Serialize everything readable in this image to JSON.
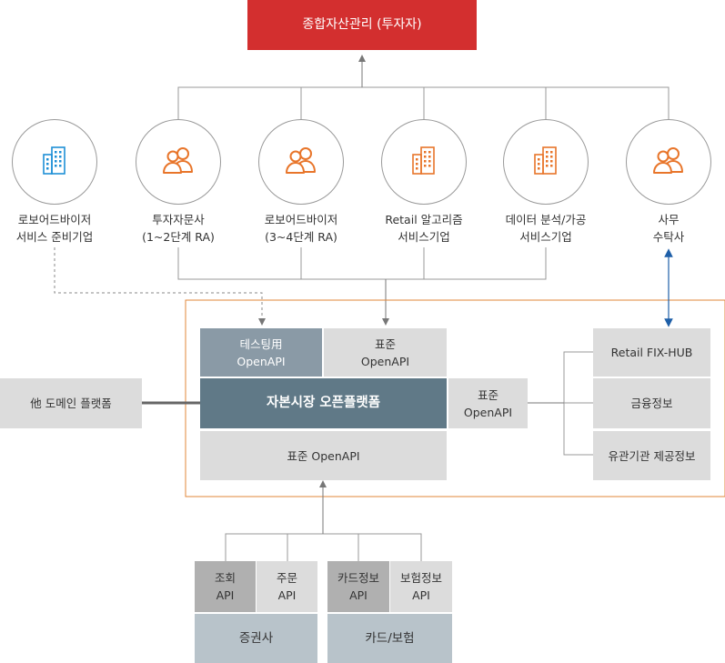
{
  "top": {
    "title": "종합자산관리 (투자자)"
  },
  "participants": [
    {
      "label": "로보어드바이저\n서비스 준비기업",
      "icon": "building-icon",
      "color": "#1e8fd6"
    },
    {
      "label": "투자자문사\n(1~2단계 RA)",
      "icon": "users-icon",
      "color": "#e8752a"
    },
    {
      "label": "로보어드바이저\n(3~4단계 RA)",
      "icon": "users-icon",
      "color": "#e8752a"
    },
    {
      "label": "Retail 알고리즘\n서비스기업",
      "icon": "building-icon",
      "color": "#e8752a"
    },
    {
      "label": "데이터 분석/가공\n서비스기업",
      "icon": "building-icon",
      "color": "#e8752a"
    },
    {
      "label": "사무\n수탁사",
      "icon": "users-icon",
      "color": "#e8752a"
    }
  ],
  "platform": {
    "testing_api": "테스팅用\nOpenAPI",
    "standard_api_top": "표준\nOpenAPI",
    "main": "자본시장 오픈플랫폼",
    "standard_api_right": "표준\nOpenAPI",
    "standard_api_bottom": "표준 OpenAPI"
  },
  "other_domain": "他 도메인 플랫폼",
  "sources": [
    "Retail FIX-HUB",
    "금융정보",
    "유관기관 제공정보"
  ],
  "bottom": {
    "securities": {
      "apis": [
        "조회\nAPI",
        "주문\nAPI"
      ],
      "label": "증권사"
    },
    "card_insurance": {
      "apis": [
        "카드정보\nAPI",
        "보험정보\nAPI"
      ],
      "label": "카드/보험"
    }
  },
  "colors": {
    "title_red": "#d32f2f",
    "testing_box": "#8a9aa6",
    "main_box": "#607987",
    "light_box": "#dcdcdc",
    "bottom_label": "#b8c3ca",
    "api_dark": "#b0b0b0",
    "frame_orange": "#e0873a",
    "arrow_blue": "#1e5fa8"
  }
}
